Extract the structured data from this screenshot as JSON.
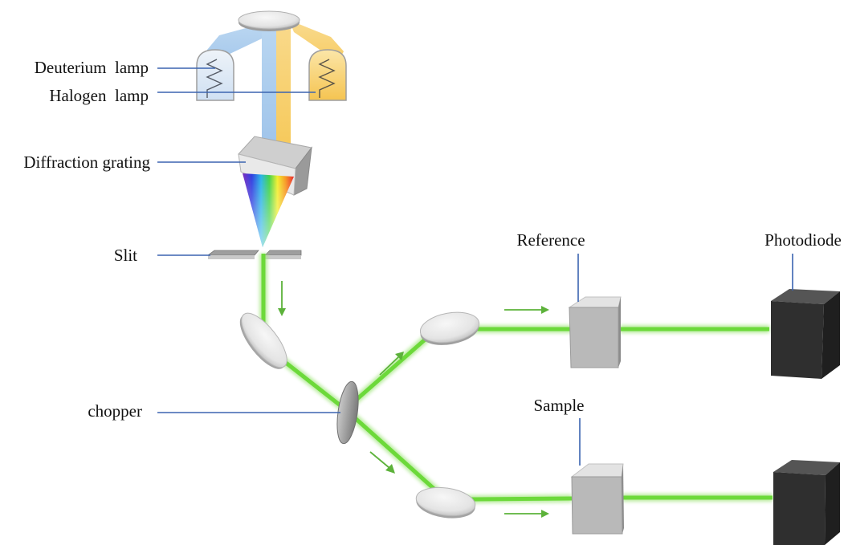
{
  "labels": {
    "deuterium_lamp": "Deuterium  lamp",
    "halogen_lamp": "Halogen  lamp",
    "diffraction_grating": "Diffraction grating",
    "slit": "Slit",
    "chopper": "chopper",
    "reference": "Reference",
    "sample": "Sample",
    "photodiode": "Photodiode"
  },
  "colors": {
    "beam_green": "#6cd93a",
    "arrow_green": "#5cb23a",
    "leader_blue": "#3b64b0",
    "deuterium_blue": "#a8cbee",
    "halogen_yellow": "#f7cf6e",
    "cuvette_grey": "#b9b9b9",
    "detector_black": "#2e2e2e"
  }
}
